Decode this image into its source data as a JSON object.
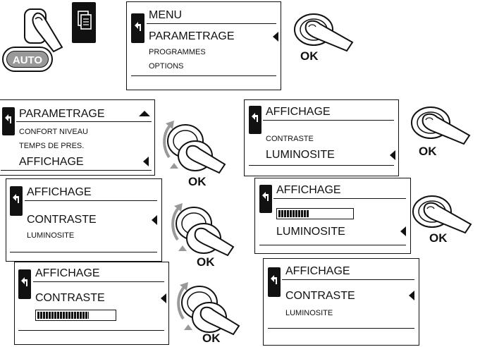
{
  "menu": {
    "title": "MENU",
    "items": [
      "PARAMETRAGE",
      "PROGRAMMES",
      "OPTIONS"
    ]
  },
  "parametrage": {
    "title": "PARAMETRAGE",
    "items": [
      "CONFORT NIVEAU",
      "TEMPS DE PRES.",
      "AFFICHAGE"
    ]
  },
  "affichage_a": {
    "title": "AFFICHAGE",
    "items": [
      "CONTRASTE",
      "LUMINOSITE"
    ]
  },
  "affichage_b": {
    "title": "AFFICHAGE",
    "items": [
      "CONTRASTE",
      "LUMINOSITE"
    ]
  },
  "affichage_c": {
    "title": "AFFICHAGE",
    "item": "CONTRASTE",
    "level": 0.65
  },
  "affichage_d": {
    "title": "AFFICHAGE",
    "item": "LUMINOSITE",
    "level": 0.4
  },
  "affichage_e": {
    "title": "AFFICHAGE",
    "items": [
      "CONTRASTE",
      "LUMINOSITE"
    ]
  },
  "auto_button": "AUTO",
  "ok_label": "OK",
  "icons": [
    "back-arrow-icon",
    "copy-icon",
    "finger-press-icon",
    "rotary-knob-icon",
    "scroll-up-icon",
    "select-arrow-icon"
  ]
}
